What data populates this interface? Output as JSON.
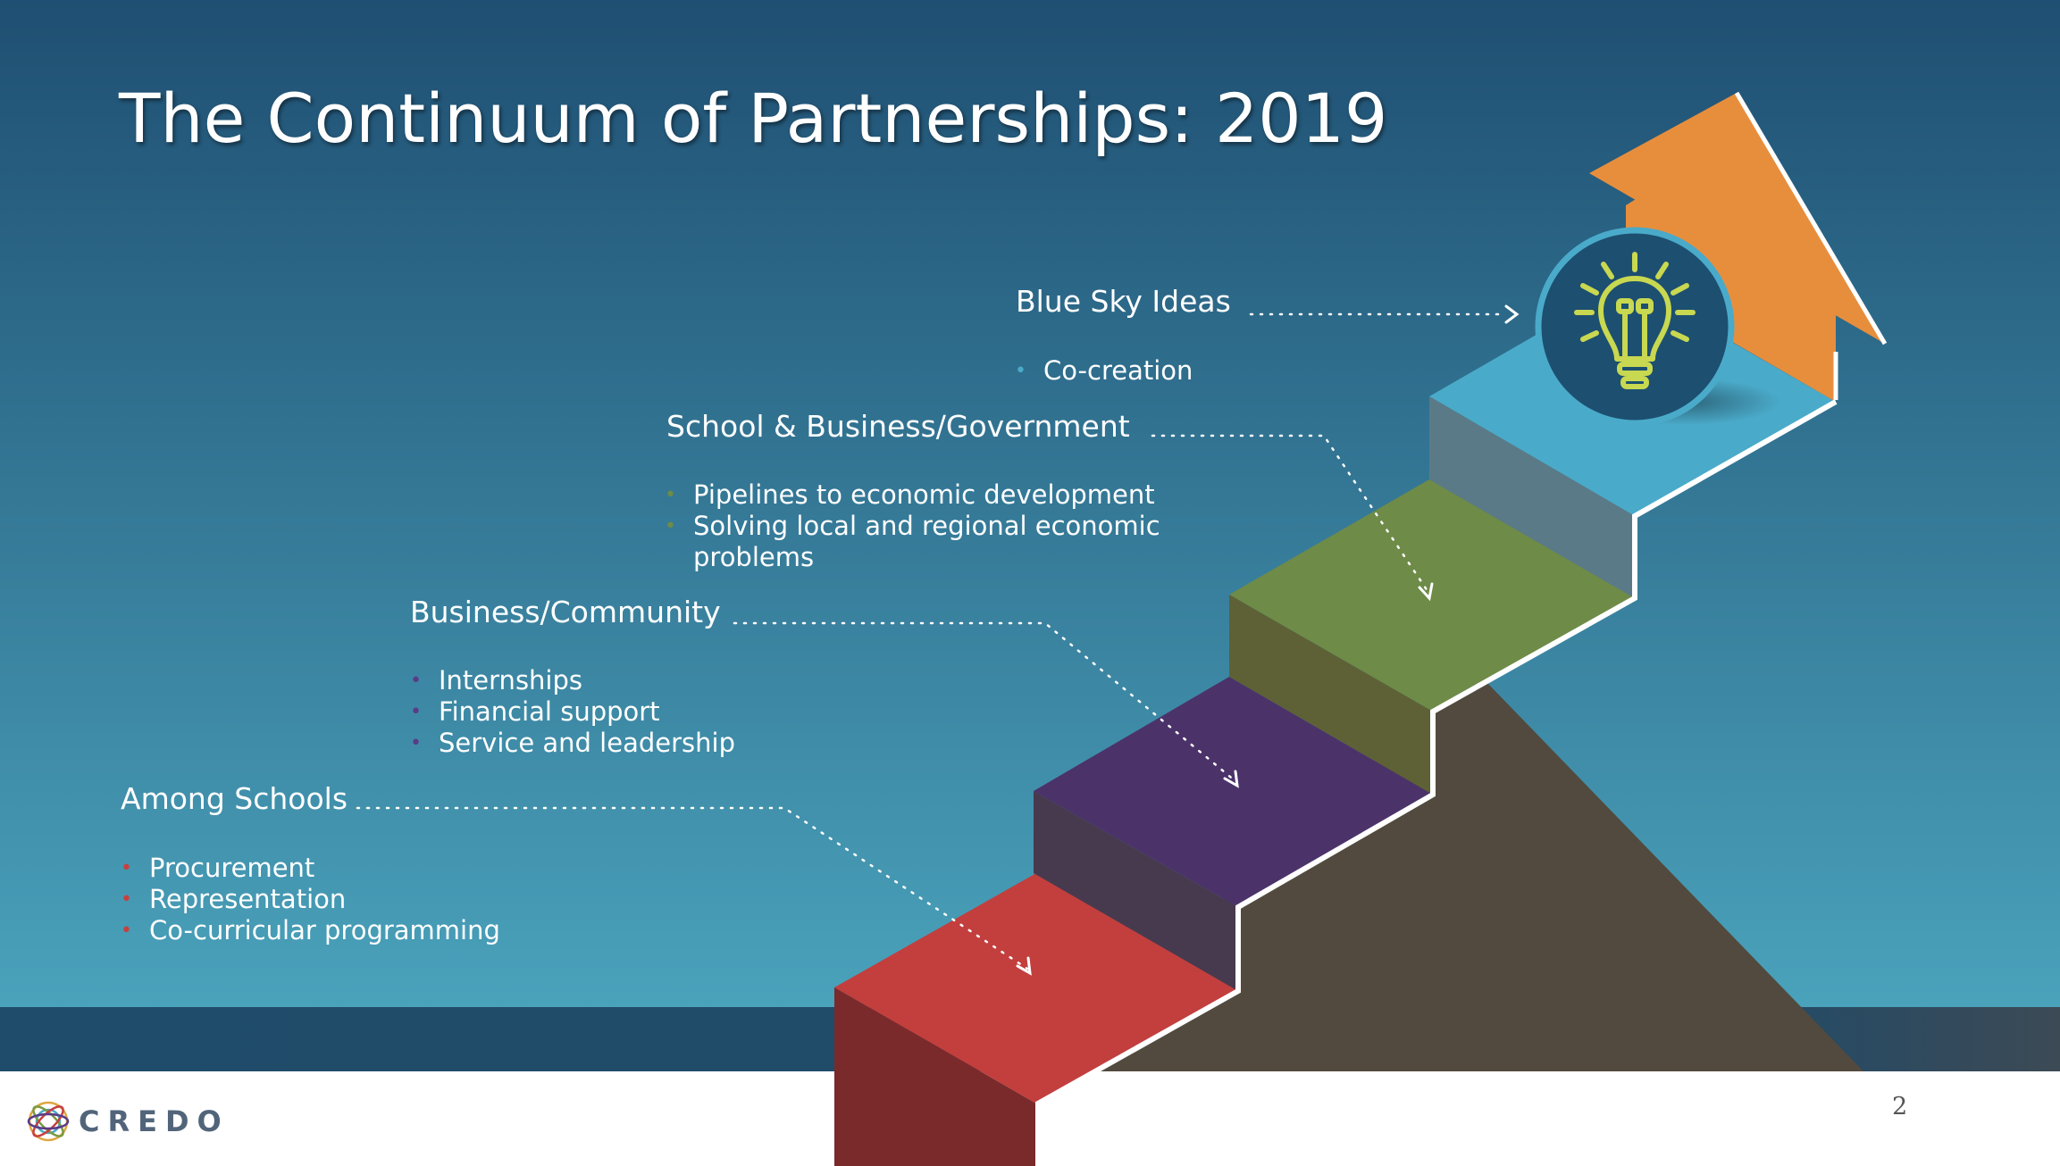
{
  "slide": {
    "title": "The Continuum of Partnerships: 2019",
    "page_number": "2"
  },
  "logo": {
    "text": "CREDO",
    "icon": "credo-logo-icon"
  },
  "levels": [
    {
      "heading": "Blue Sky Ideas",
      "bullet_color": "#4aaac9",
      "bullets": [
        "Co-creation"
      ]
    },
    {
      "heading": "School & Business/Government",
      "bullet_color": "#6e8b48",
      "bullets": [
        "Pipelines to economic development",
        "Solving local and regional economic problems"
      ]
    },
    {
      "heading": "Business/Community",
      "bullet_color": "#5a3c86",
      "bullets": [
        "Internships",
        "Financial support",
        "Service and leadership"
      ]
    },
    {
      "heading": "Among Schools",
      "bullet_color": "#c7403f",
      "bullets": [
        "Procurement",
        "Representation",
        "Co-curricular programming"
      ]
    }
  ],
  "colors": {
    "background_top": "#1f4f72",
    "background_bottom": "#4aa2bb",
    "step_red": "#c23f3e",
    "step_purple": "#4b336a",
    "step_green": "#6e8b48",
    "step_blue": "#4aaac9",
    "arrow_orange": "#e78e3d",
    "mountain": "#524a3e"
  },
  "icons": {
    "bulb": "lightbulb-icon",
    "arrow": "up-arrow-icon"
  }
}
